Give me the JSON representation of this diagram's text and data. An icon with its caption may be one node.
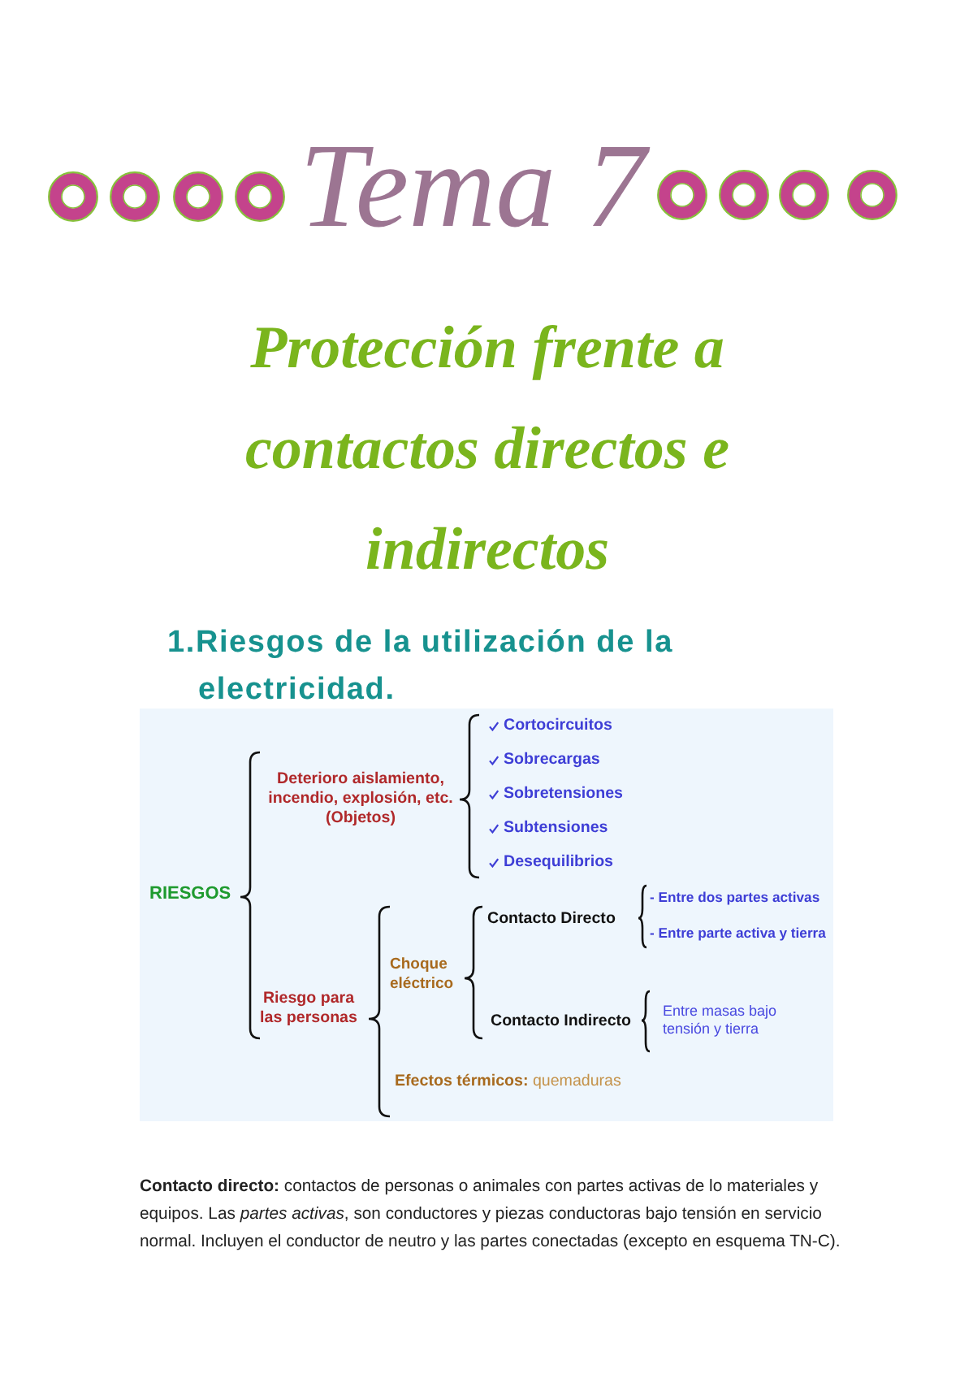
{
  "diagram": {
    "title": "Tema 7",
    "nodes": [
      {
        "text": [
          "RIESGOS",
          "Deterioro aislamiento, incendio, explosión, etc. (Objetos)",
          "Cortocircuitos",
          "Sobrecargas",
          "Sobretensiones",
          "Subtensiones",
          "Desequilibrios",
          "Riesgo para las personas",
          "Choque eléctrico",
          "Contacto Directo",
          "- Entre dos partes activas",
          "- Entre parte activa y tierra",
          "Contacto Indirecto",
          "Entre masas bajo tensión y tierra",
          "**Efectos térmicos:** quemaduras"
        ]
      }
    ],
    "labels": [
      "Protección frente a contactos directos e indirectos",
      "1.Riesgos de la utilización de la electricidad.",
      "**Contacto directo:** contactos de personas o animales con partes activas de lo materiales y equipos. Las *partes activas*, son conductores y piezas conductoras bajo tensión en servicio normal. Incluyen el conductor de neutro y las partes conectadas (excepto en esquema TN-C)."
    ]
  }
}
